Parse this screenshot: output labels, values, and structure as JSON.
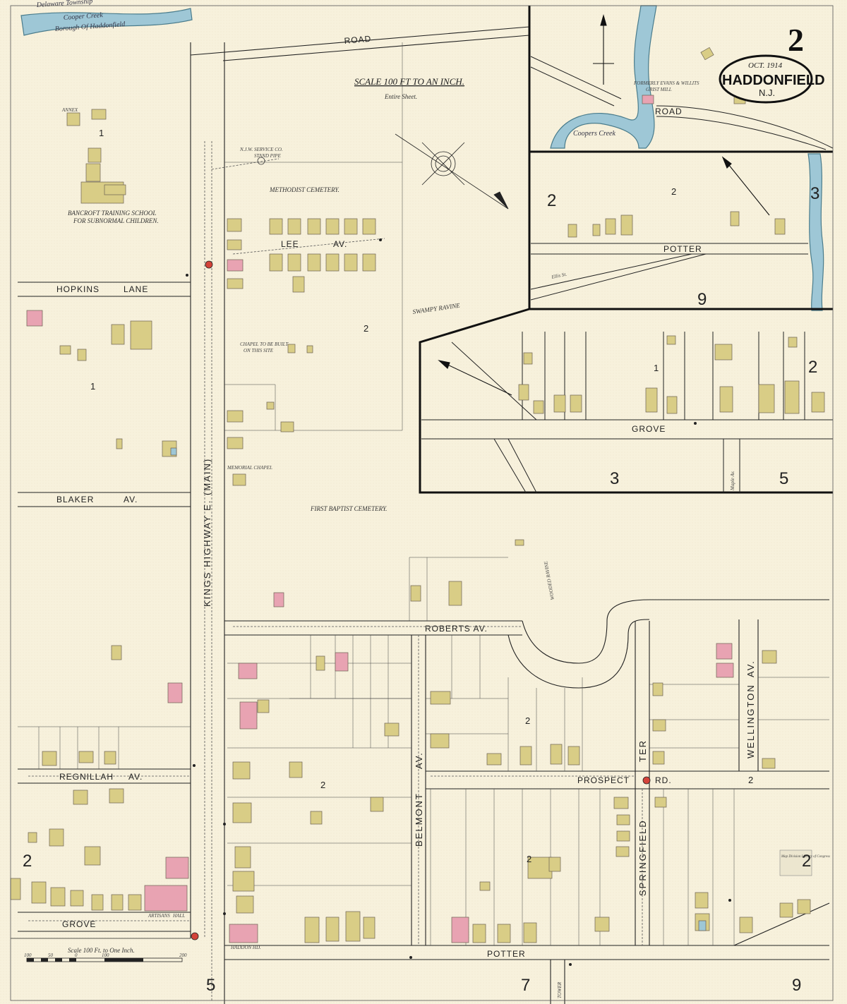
{
  "sheet": {
    "number": "2",
    "date": "OCT. 1914",
    "town": "HADDONFIELD",
    "state": "N.J."
  },
  "scale": {
    "header": "SCALE 100 FT TO AN INCH.",
    "header_sub": "Entire Sheet.",
    "bar_caption": "Scale 100 Ft. to One Inch.",
    "bar_ticks": [
      "100",
      "50",
      "0",
      "100",
      "200"
    ]
  },
  "streets": {
    "road_top": "ROAD",
    "hopkins": "HOPKINS",
    "lane": "LANE",
    "blaker": "BLAKER",
    "blaker_av": "AV.",
    "kings_highway": "KINGS HIGHWAY E. (MAIN)",
    "lee": "LEE",
    "lee_av": "AV.",
    "roberts": "ROBERTS AV.",
    "regnillah": "REGNILLAH",
    "regnillah_av": "AV.",
    "grove_bottom": "GROVE",
    "grove_inset": "GROVE",
    "potter_bottom": "POTTER",
    "potter_inset": "POTTER",
    "prospect": "PROSPECT",
    "prospect_rd": "RD.",
    "belmont": "BELMONT",
    "belmont_av": "AV.",
    "springfield": "SPRINGFIELD",
    "springfield_ter": "TER",
    "wellington": "WELLINGTON",
    "wellington_av": "AV.",
    "maple": "Maple Av.",
    "ellis": "Ellis St.",
    "road_inset": "ROAD",
    "tower": "TOWER"
  },
  "labels": {
    "delaware_township": "Delaware Township",
    "cooper_creek": "Cooper Creek",
    "borough": "Borough Of Haddonfield",
    "coopers_creek": "Coopers Creek",
    "grist_mill_1": "FORMERLY EVANS & WILLITS",
    "grist_mill_2": "GRIST MILL",
    "bancroft_1": "BANCROFT TRAINING SCHOOL",
    "bancroft_2": "FOR SUBNORMAL CHILDREN.",
    "annex": "ANNEX",
    "nj_water_1": "N.J.W. SERVICE CO.",
    "nj_water_2": "STAND PIPE",
    "methodist": "METHODIST CEMETERY.",
    "swampy": "SWAMPY RAVINE",
    "chapel_to_build_1": "CHAPEL TO BE BUILT",
    "chapel_to_build_2": "ON THIS SITE",
    "memorial": "MEMORIAL CHAPEL",
    "baptist": "FIRST BAPTIST CEMETERY.",
    "wooded": "WOODED RAVINE",
    "artisans_1": "ARTISANS",
    "artisans_2": "HALL",
    "haddon_hall": "HADDON HD.",
    "library": "Map Division Library of Congress"
  },
  "blocks": {
    "b_top_left": "1",
    "b_left_mid": "1",
    "b_cemetery": "2",
    "b_inset_left": "2",
    "b_inset_mid": "2",
    "b_inset_right": "3",
    "b_inset_9": "9",
    "b_grove_1": "1",
    "b_grove_2": "2",
    "b_grove_3": "3",
    "b_grove_5": "5",
    "b_roberts": "2",
    "b_main_2": "2",
    "b_left_2": "2",
    "b_potter_2": "2",
    "b_prospect_2": "2",
    "b_right_2": "2",
    "b_bottom_5": "5",
    "b_bottom_7": "7",
    "b_bottom_9": "9"
  },
  "colors": {
    "paper": "#f7f1dc",
    "frame": "#6b6152",
    "frame_wood": "#d9cd86",
    "brick": "#e8a3b2",
    "stone": "#9ec7d6",
    "water": "#9ec7d6",
    "ink": "#222222",
    "hydrant": "#d4433a"
  }
}
